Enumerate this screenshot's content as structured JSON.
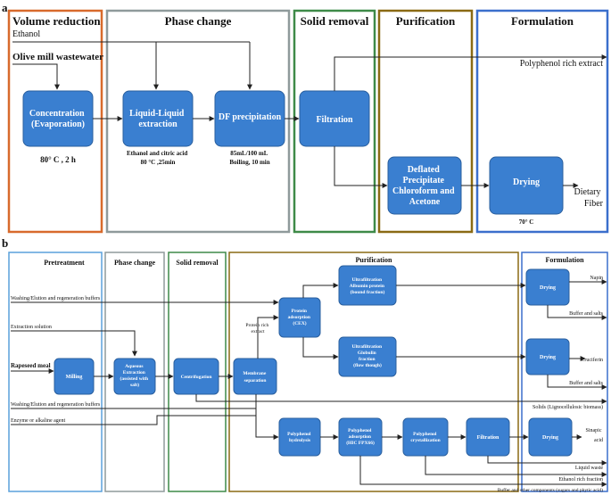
{
  "panel_a": {
    "tag": "a",
    "stages": [
      "Volume reduction",
      "Phase change",
      "Solid removal",
      "Purification",
      "Formulation"
    ],
    "ethanol": "Ethanol",
    "input": "Olive mill wastewater",
    "boxes": {
      "concentration": [
        "Concentration",
        "(Evaporation)"
      ],
      "lle": [
        "Liquid-Liquid",
        "extraction"
      ],
      "df": [
        "DF precipitation"
      ],
      "filtration": [
        "Filtration"
      ],
      "deflated": [
        "Deflated",
        "Precipitate",
        "Chloroform and",
        "Acetone"
      ],
      "drying": [
        "Drying"
      ]
    },
    "conditions": {
      "concentration": [
        "80° C , 2 h"
      ],
      "lle": [
        "Ethanol and citric acid",
        "80 °C ,25min"
      ],
      "df": [
        "85mL/100 mL",
        "Boiling, 10 min"
      ],
      "drying": [
        "70° C"
      ]
    },
    "outputs": {
      "polyphenol": "Polyphenol rich extract",
      "fiber": [
        "Dietary",
        "Fiber"
      ]
    }
  },
  "panel_b": {
    "tag": "b",
    "stages": [
      "Pretreatment",
      "Phase change",
      "Solid removal",
      "Purification",
      "Formulation"
    ],
    "inputs": {
      "washing1": "Washing/Elution and regeneration buffers",
      "extraction": "Extraction solution",
      "rapeseed": "Rapeseed meal",
      "washing2": "Washing/Elution and regeneration buffers",
      "enzyme": "Enzyme or alkaline agent"
    },
    "boxes": {
      "milling": [
        "Milling"
      ],
      "aqueous": [
        "Aqueous",
        "Extraction",
        "(assisted with",
        "salt)"
      ],
      "centrifugation": [
        "Centrifugation"
      ],
      "membrane": [
        "Membrane",
        "separation"
      ],
      "protein_ads": [
        "Protein",
        "adsorption",
        "(CEX)"
      ],
      "uf_albumin": [
        "Ultrafiltration",
        "Albumin protein",
        "(bound fraction)"
      ],
      "uf_globulin": [
        "Ultrafiltration",
        "Globulin",
        "fraction",
        "(flow though)"
      ],
      "drying1": [
        "Drying"
      ],
      "drying2": [
        "Drying"
      ],
      "poly_hydro": [
        "Polyphenol",
        "hydrolysis"
      ],
      "poly_ads": [
        "Polyphenol",
        "adsorption",
        "(HIC FPX66)"
      ],
      "poly_cryst": [
        "Polyphenol",
        "crystallization"
      ],
      "filtration": [
        "Filtration"
      ],
      "drying3": [
        "Drying"
      ]
    },
    "notes": {
      "protein_rich": [
        "Protein rich",
        "extract"
      ]
    },
    "outputs": {
      "napin": "Napin",
      "buffer1": "Buffer and salts",
      "cruciferin": "Cruciferin",
      "buffer2": "Buffer and salts",
      "solids": "Solids (Lignocellulosic biomass)",
      "sinapic": [
        "Sinapic",
        "acid"
      ],
      "liquid_waste": "Liquid waste",
      "ethanol_rich": "Ethanol rich fraction",
      "buffer_other": "Buffer and other components (sugars and phytic acid)"
    }
  },
  "colors": {
    "box": "#3a7fd0",
    "volume_reduction": "#d86a2c",
    "phase_change": "#8f9a9b",
    "solid_removal": "#3e8a48",
    "purification": "#8a6a14",
    "formulation": "#3b6fcc"
  }
}
